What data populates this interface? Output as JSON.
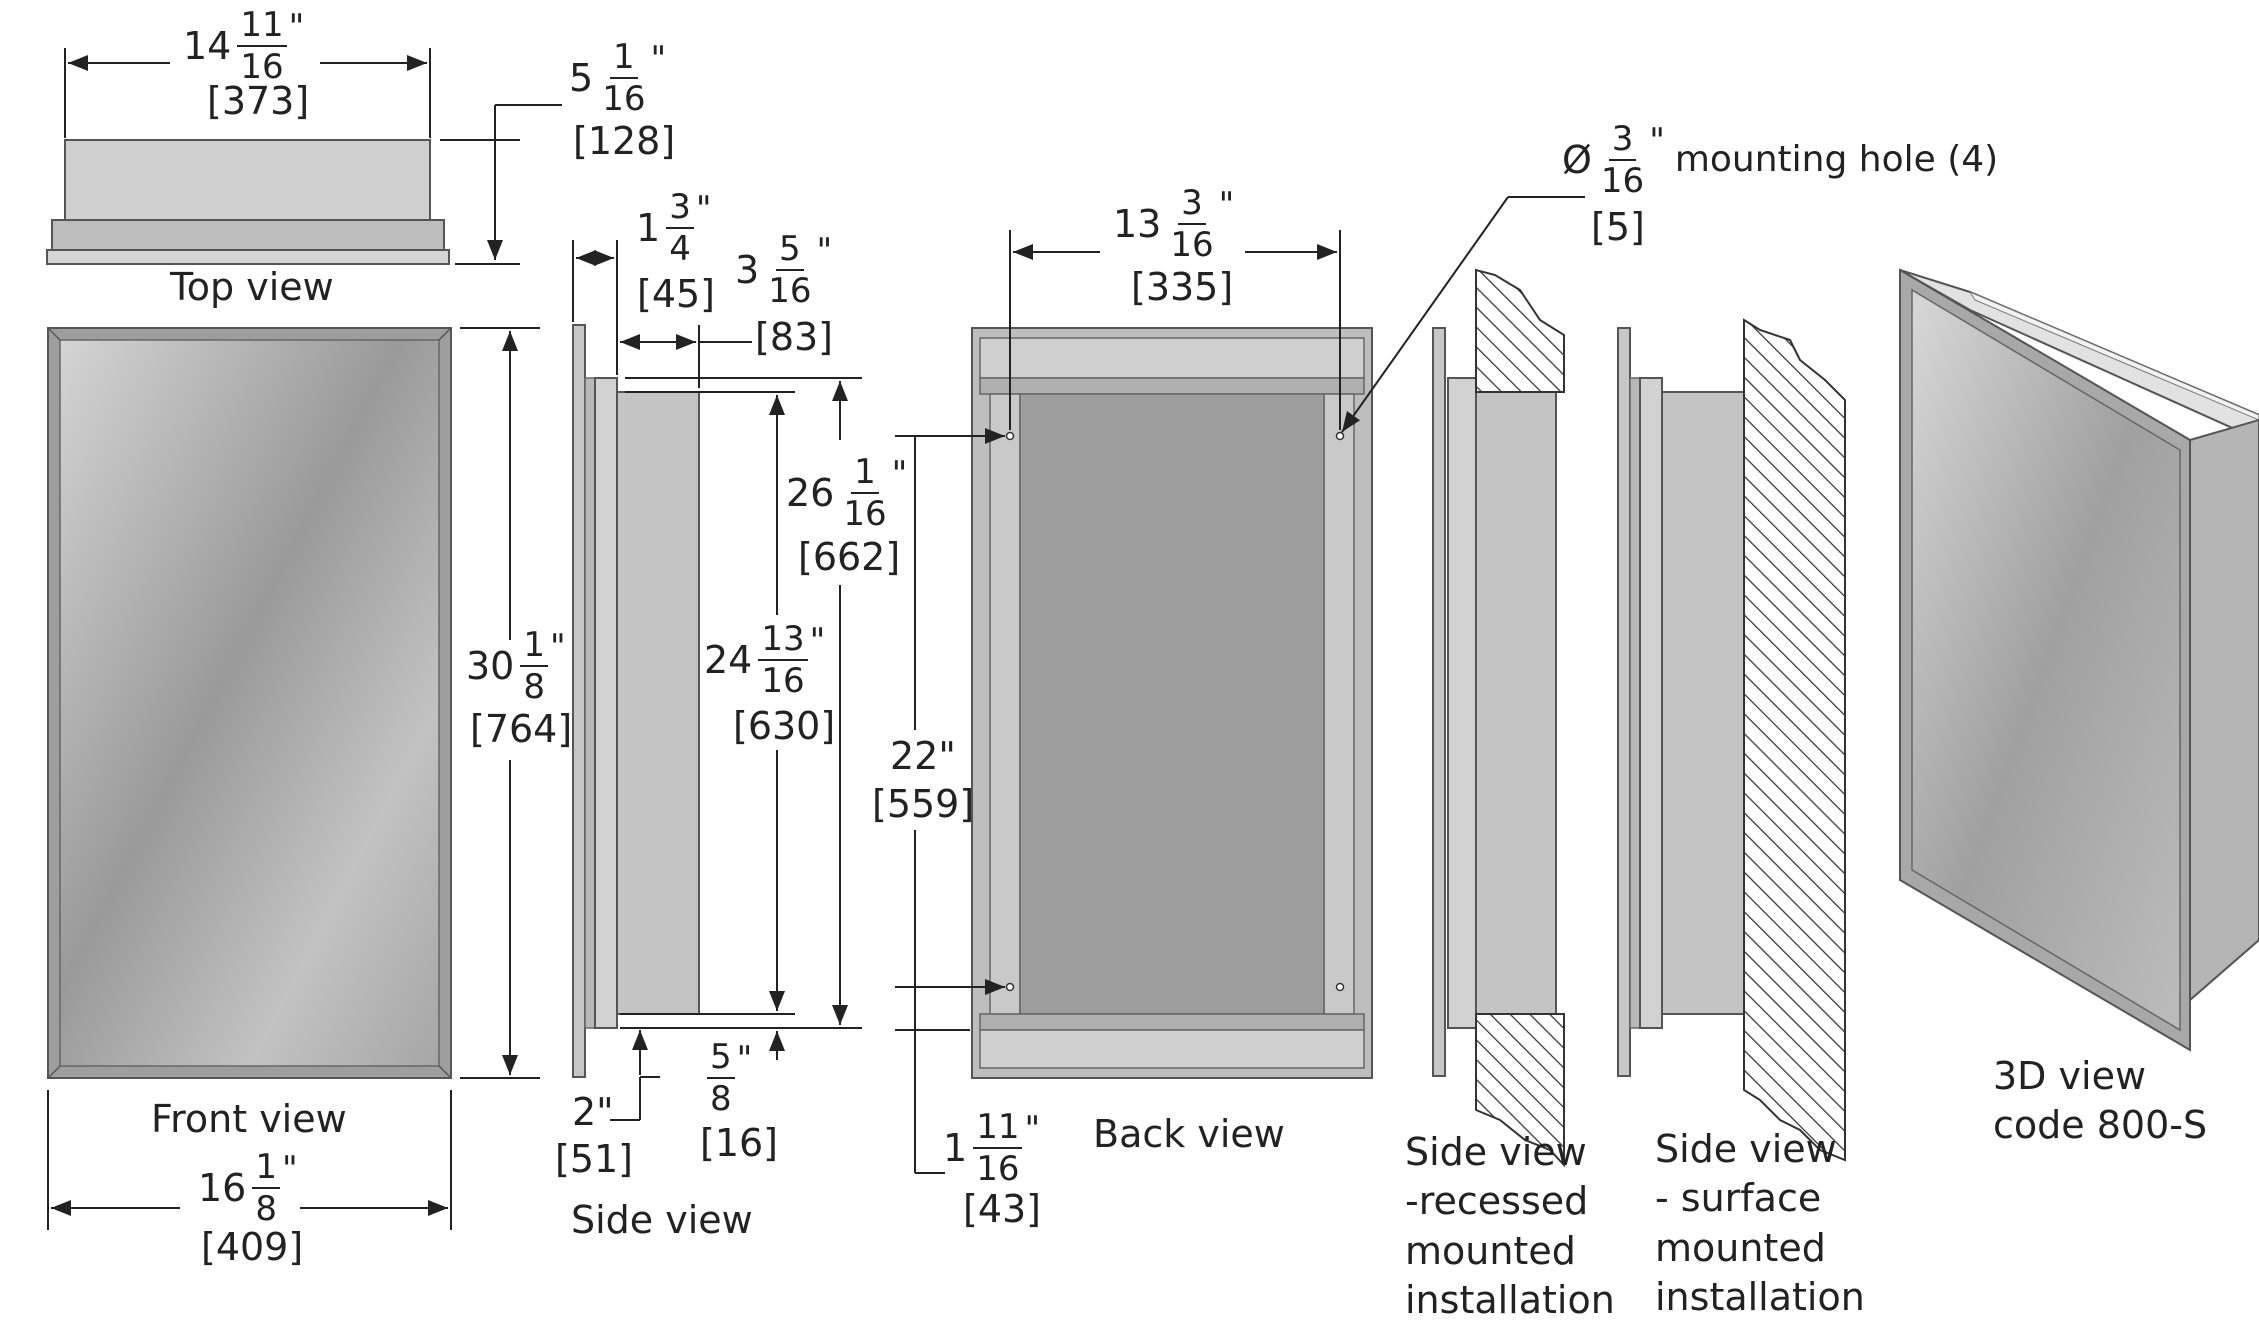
{
  "views": {
    "top": "Top view",
    "front": "Front view",
    "side": "Side view",
    "back": "Back view",
    "side_recessed": [
      "Side view",
      "-recessed",
      "mounted",
      "installation"
    ],
    "side_surface": [
      "Side view",
      "- surface",
      "mounted",
      "installation"
    ],
    "iso": [
      "3D view",
      "code 800-S"
    ]
  },
  "dims": {
    "top_width": {
      "whole": "14",
      "num": "11",
      "den": "16",
      "unit": "\"",
      "mm": "[373]"
    },
    "top_depth": {
      "whole": "5",
      "num": "1",
      "den": "16",
      "unit": "\"",
      "mm": "[128]"
    },
    "front_height": {
      "whole": "30",
      "num": "1",
      "den": "8",
      "unit": "\"",
      "mm": "[764]"
    },
    "front_width": {
      "whole": "16",
      "num": "1",
      "den": "8",
      "unit": "\"",
      "mm": "[409]"
    },
    "side_flange": {
      "whole": "1",
      "num": "3",
      "den": "4",
      "unit": "\"",
      "mm": "[45]"
    },
    "side_body": {
      "whole": "3",
      "num": "5",
      "den": "16",
      "unit": "\"",
      "mm": "[83]"
    },
    "side_height_outer": {
      "whole": "26",
      "num": "1",
      "den": "16",
      "unit": "\"",
      "mm": "[662]"
    },
    "side_height_inner": {
      "whole": "24",
      "num": "13",
      "den": "16",
      "unit": "\"",
      "mm": "[630]"
    },
    "side_bottom": {
      "text": "2\"",
      "mm": "[51]"
    },
    "side_lip": {
      "whole": "",
      "num": "5",
      "den": "8",
      "unit": "\"",
      "mm": "[16]"
    },
    "back_width": {
      "whole": "13",
      "num": "3",
      "den": "16",
      "unit": "\"",
      "mm": "[335]"
    },
    "back_holes": {
      "text": "22\"",
      "mm": "[559]"
    },
    "back_bottom": {
      "whole": "1",
      "num": "11",
      "den": "16",
      "unit": "\"",
      "mm": "[43]"
    },
    "hole": {
      "symbol": "Ø",
      "num": "3",
      "den": "16",
      "unit": "\"",
      "label": "mounting hole (4)",
      "mm": "[5]"
    }
  }
}
